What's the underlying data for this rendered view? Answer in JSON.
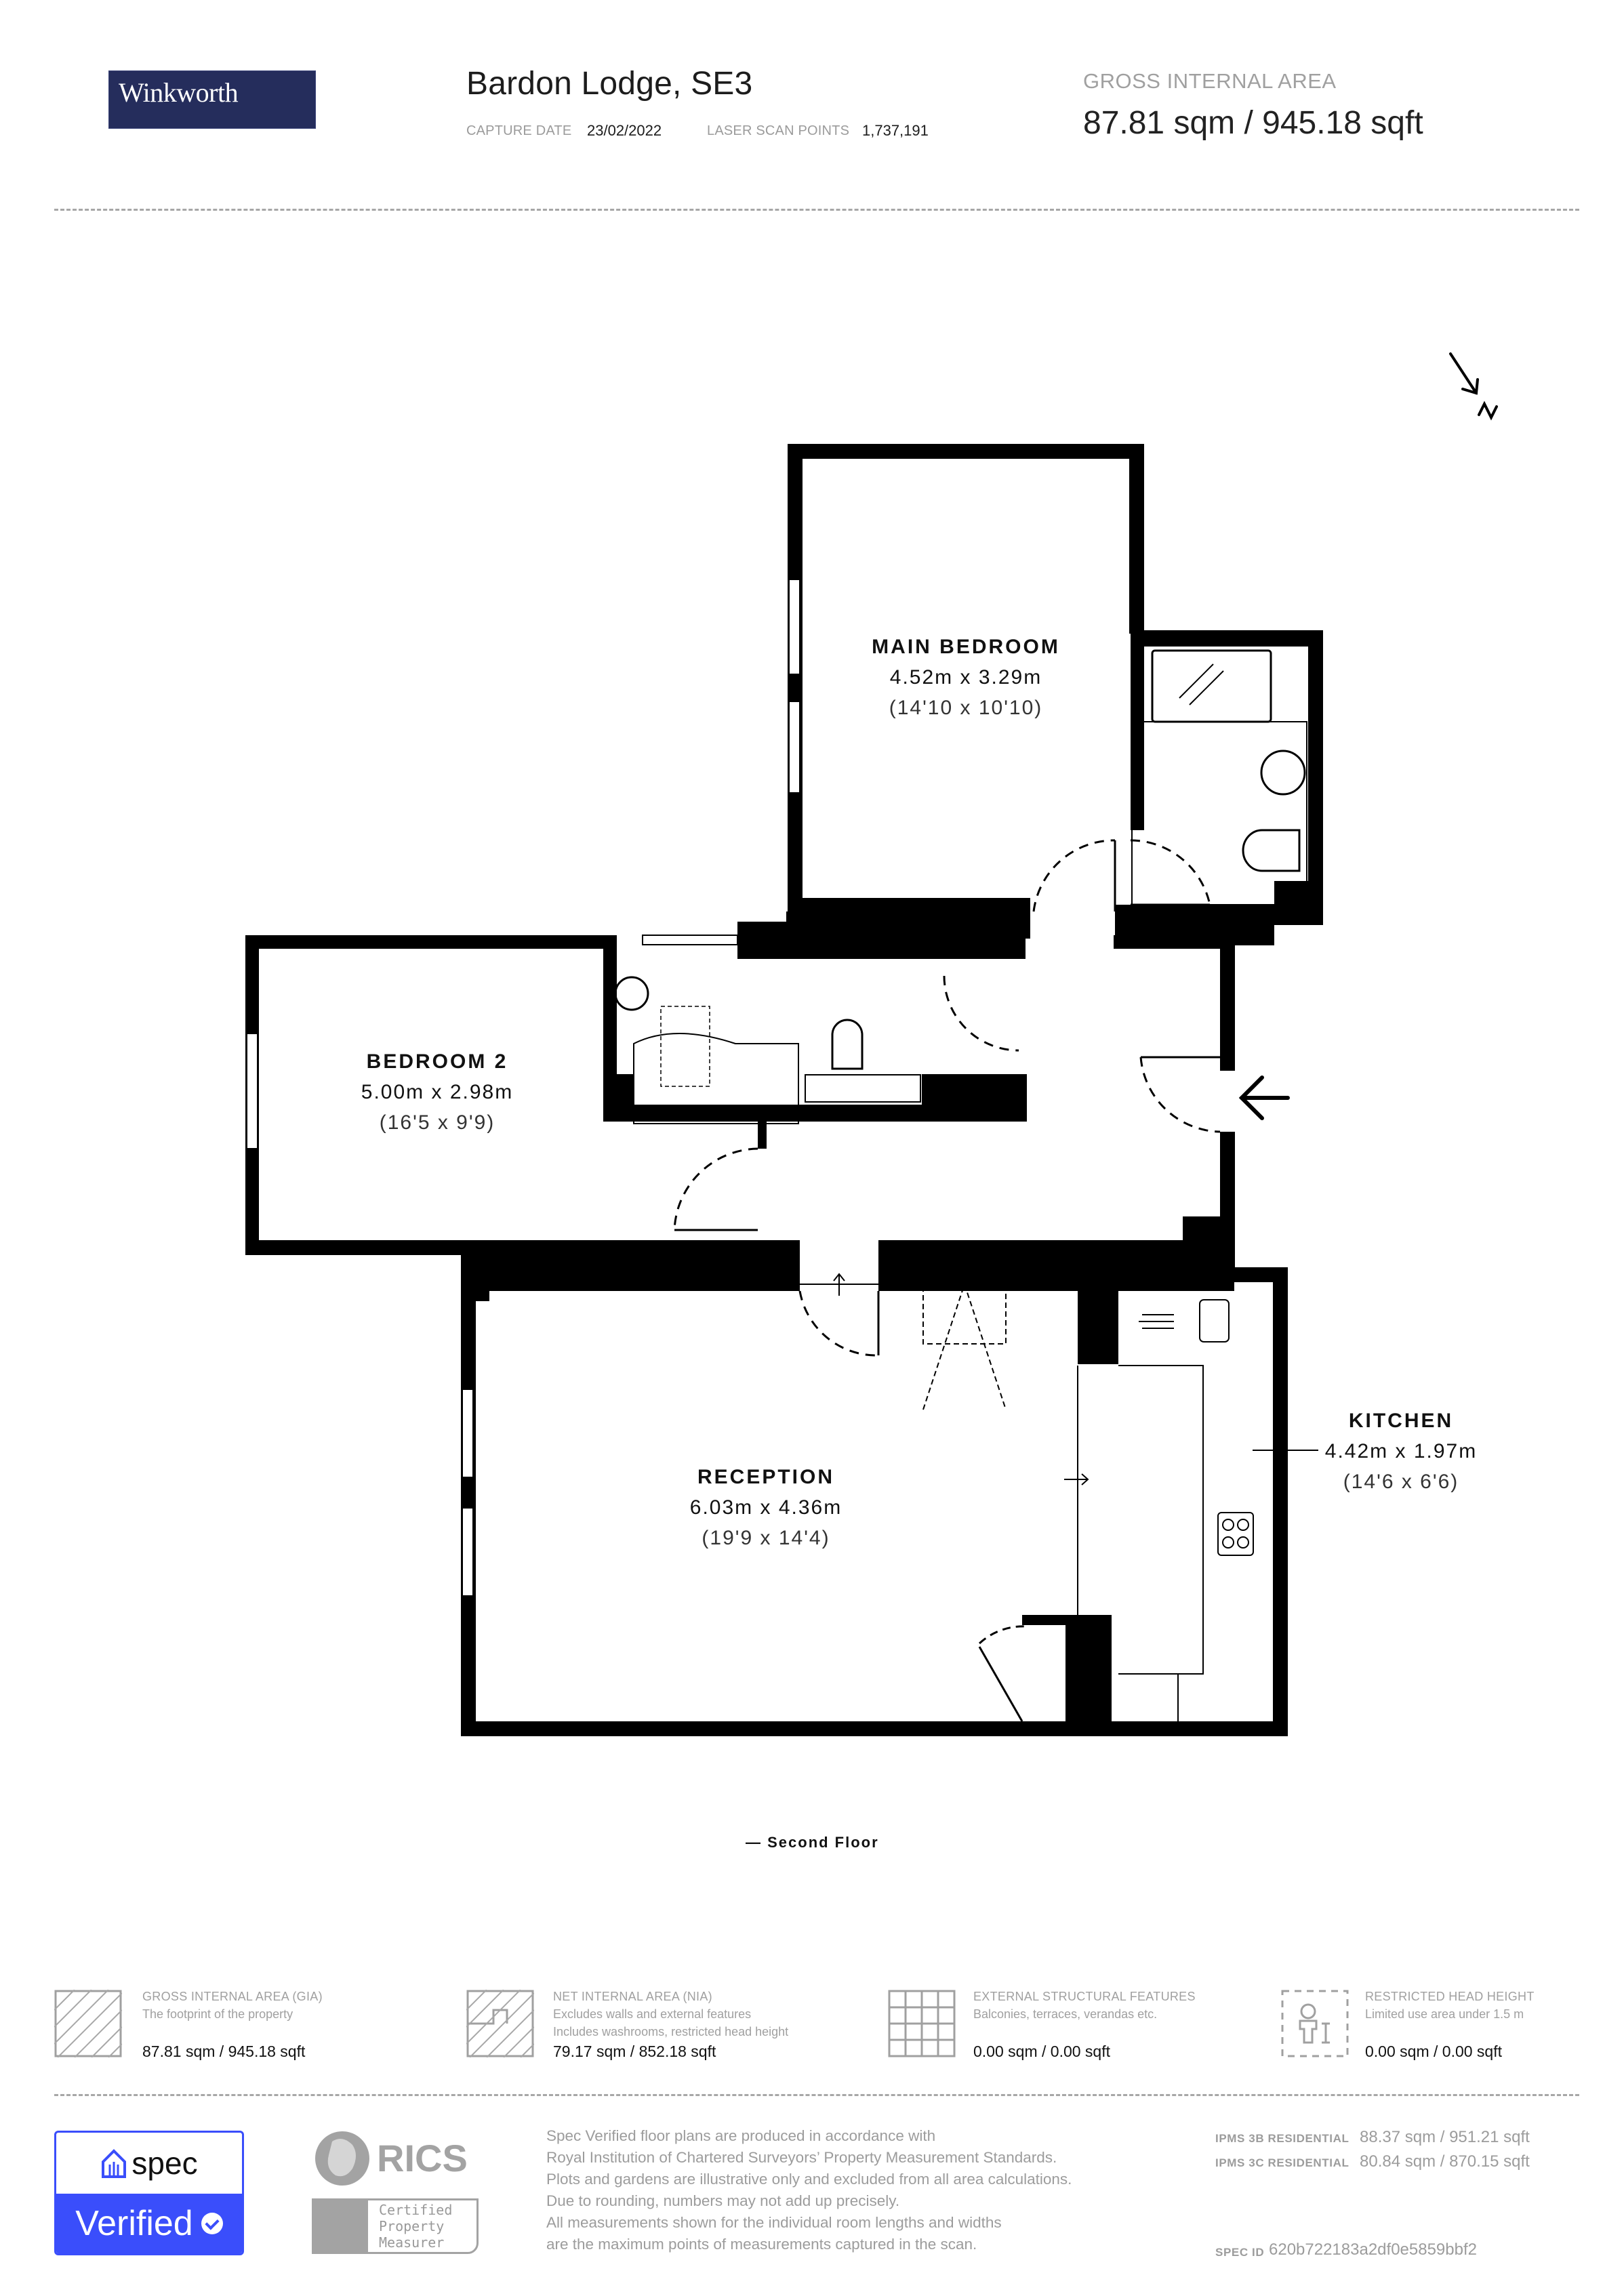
{
  "header": {
    "brand": "Winkworth",
    "brand_color": "#252d5c",
    "property_title": "Bardon Lodge, SE3",
    "capture_date_label": "CAPTURE DATE",
    "capture_date": "23/02/2022",
    "laser_scan_label": "LASER SCAN POINTS",
    "laser_scan_points": "1,737,191",
    "gia_label": "GROSS INTERNAL AREA",
    "gia_value": "87.81 sqm / 945.18 sqft"
  },
  "plan": {
    "north_indicator": "N",
    "floor_label": "— Second Floor",
    "rooms": [
      {
        "name": "MAIN BEDROOM",
        "metric": "4.52m x 3.29m",
        "imperial": "(14'10 x 10'10)"
      },
      {
        "name": "BEDROOM 2",
        "metric": "5.00m x 2.98m",
        "imperial": "(16'5 x 9'9)"
      },
      {
        "name": "RECEPTION",
        "metric": "6.03m x 4.36m",
        "imperial": "(19'9 x 14'4)"
      },
      {
        "name": "KITCHEN",
        "metric": "4.42m x 1.97m",
        "imperial": "(14'6 x 6'6)"
      }
    ]
  },
  "legend": [
    {
      "title": "GROSS INTERNAL AREA (GIA)",
      "lines": [
        "The footprint of the property"
      ],
      "value": "87.81 sqm / 945.18 sqft",
      "icon": "gia-hatch-icon"
    },
    {
      "title": "NET INTERNAL AREA (NIA)",
      "lines": [
        "Excludes walls and external features",
        "Includes washrooms, restricted head height"
      ],
      "value": "79.17 sqm / 852.18 sqft",
      "icon": "nia-hatch-icon"
    },
    {
      "title": "EXTERNAL STRUCTURAL FEATURES",
      "lines": [
        "Balconies, terraces, verandas etc."
      ],
      "value": "0.00 sqm / 0.00 sqft",
      "icon": "grid-icon"
    },
    {
      "title": "RESTRICTED HEAD HEIGHT",
      "lines": [
        "Limited use area under 1.5 m"
      ],
      "value": "0.00 sqm / 0.00 sqft",
      "icon": "person-height-icon"
    }
  ],
  "footer": {
    "spec_word": "spec",
    "spec_verified": "Verified",
    "spec_color": "#3a4efb",
    "rics_word": "RICS",
    "rics_cert_lines": [
      "Certified",
      "Property",
      "Measurer"
    ],
    "disclaimer_lines": [
      "Spec Verified floor plans are produced in accordance with",
      "Royal Institution of Chartered Surveyors’ Property Measurement Standards.",
      "Plots and gardens are illustrative only and excluded from all area calculations.",
      "Due to rounding, numbers may not add up precisely.",
      "All measurements shown for the individual room lengths and widths",
      "are the maximum points of measurements captured in the scan."
    ],
    "ipms": [
      {
        "label": "IPMS 3B RESIDENTIAL",
        "value": "88.37 sqm / 951.21 sqft"
      },
      {
        "label": "IPMS 3C RESIDENTIAL",
        "value": "80.84 sqm / 870.15 sqft"
      }
    ],
    "spec_id_label": "SPEC ID",
    "spec_id": "620b722183a2df0e5859bbf2"
  }
}
